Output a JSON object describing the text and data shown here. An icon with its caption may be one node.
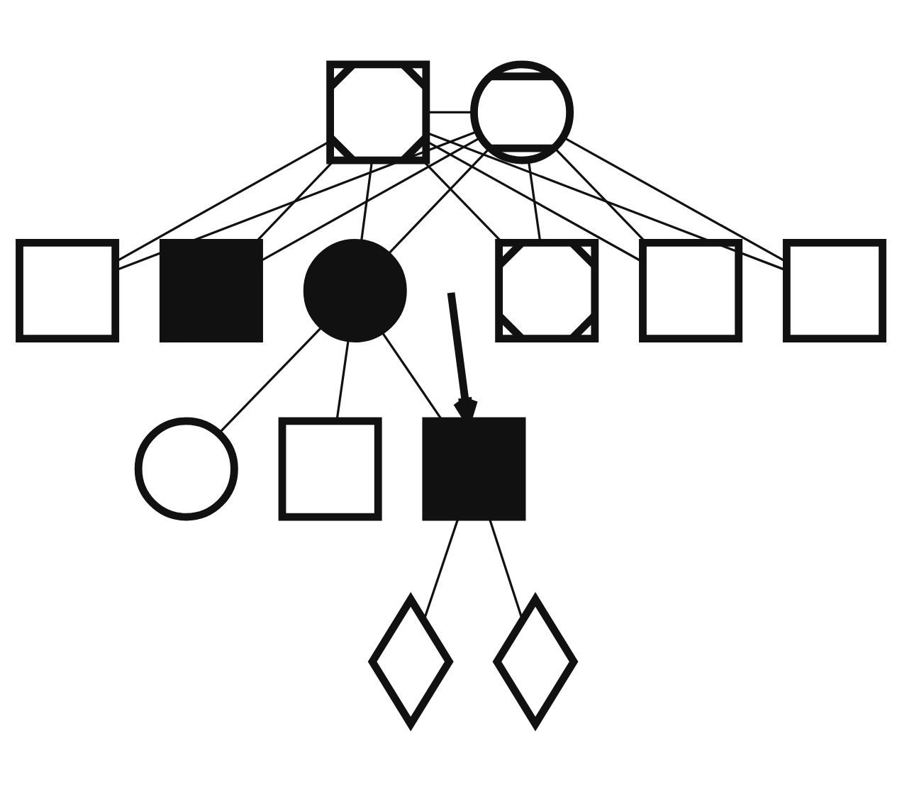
{
  "diagram": {
    "nodes": [
      {
        "text": [],
        "shape": "box"
      },
      {
        "text": [],
        "shape": "circle"
      },
      {
        "text": [],
        "shape": "box"
      },
      {
        "text": [],
        "shape": "box"
      },
      {
        "text": [],
        "shape": "circle"
      },
      {
        "text": [],
        "shape": "box"
      },
      {
        "text": [],
        "shape": "box"
      },
      {
        "text": [],
        "shape": "box"
      },
      {
        "text": [],
        "shape": "box"
      },
      {
        "text": [],
        "shape": "box"
      },
      {
        "text": [],
        "shape": "circle"
      },
      {
        "text": [],
        "shape": "diamond"
      },
      {
        "text": [],
        "shape": "diamond"
      }
    ],
    "edges": [
      {
        "from": 0,
        "to": 1,
        "arrow": "none"
      },
      {
        "from": 0,
        "to": 2,
        "arrow": "none"
      },
      {
        "from": 0,
        "to": 3,
        "arrow": "none"
      },
      {
        "from": 0,
        "to": 4,
        "arrow": "none"
      },
      {
        "from": 0,
        "to": 5,
        "arrow": "none"
      },
      {
        "from": 0,
        "to": 6,
        "arrow": "none"
      },
      {
        "from": 0,
        "to": 7,
        "arrow": "none"
      },
      {
        "from": 1,
        "to": 2,
        "arrow": "none"
      },
      {
        "from": 1,
        "to": 3,
        "arrow": "none"
      },
      {
        "from": 1,
        "to": 4,
        "arrow": "none"
      },
      {
        "from": 1,
        "to": 5,
        "arrow": "none"
      },
      {
        "from": 1,
        "to": 6,
        "arrow": "none"
      },
      {
        "from": 1,
        "to": 7,
        "arrow": "none"
      },
      {
        "from": 4,
        "to": 8,
        "arrow": "none"
      },
      {
        "from": 4,
        "to": 9,
        "arrow": "none"
      },
      {
        "from": 4,
        "to": 10,
        "arrow": "none"
      },
      {
        "from": 9,
        "to": 11,
        "arrow": "none"
      },
      {
        "from": 9,
        "to": 12,
        "arrow": "none"
      },
      {
        "from": null,
        "to": 9,
        "arrow": "to",
        "style": "thick"
      }
    ]
  }
}
